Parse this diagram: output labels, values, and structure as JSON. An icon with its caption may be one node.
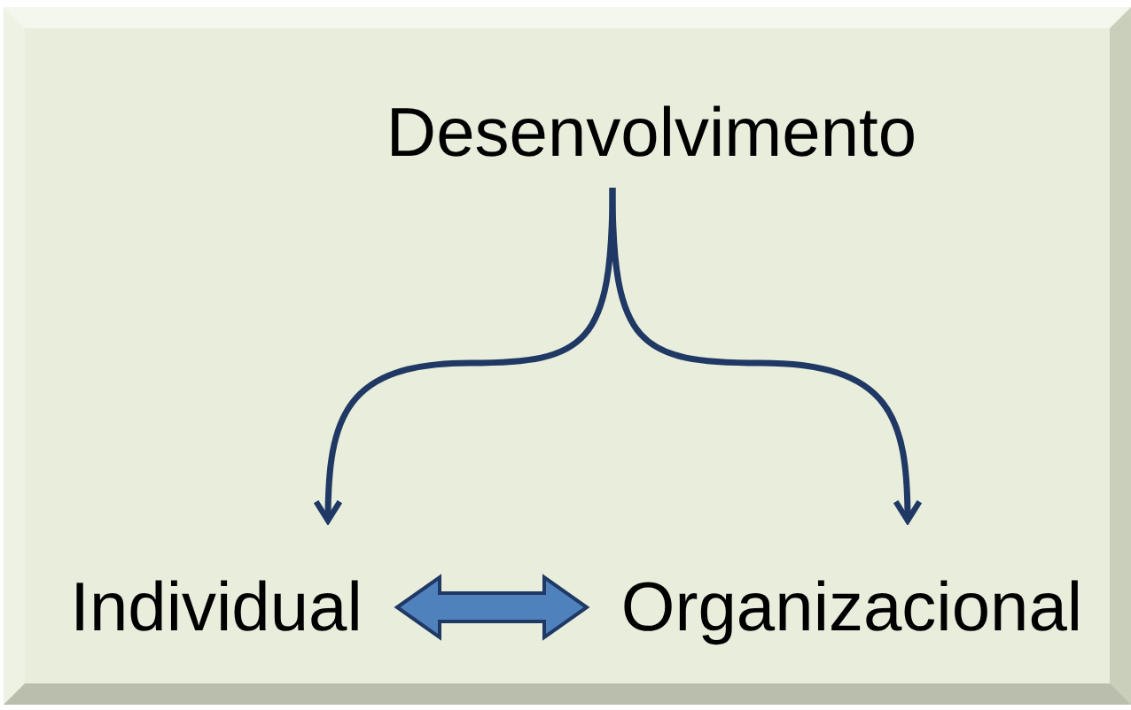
{
  "diagram": {
    "nodes": [
      {
        "text": [
          "Desenvolvimento"
        ]
      },
      {
        "text": [
          "Individual"
        ]
      },
      {
        "text": [
          "Organizacional"
        ]
      }
    ],
    "edges": [
      {
        "from": 0,
        "to": 1,
        "arrow": "to"
      },
      {
        "from": 0,
        "to": 2,
        "arrow": "to"
      },
      {
        "from": 1,
        "to": 2,
        "arrow": "both",
        "style": "thick",
        "color": "#4f81bd"
      }
    ]
  }
}
